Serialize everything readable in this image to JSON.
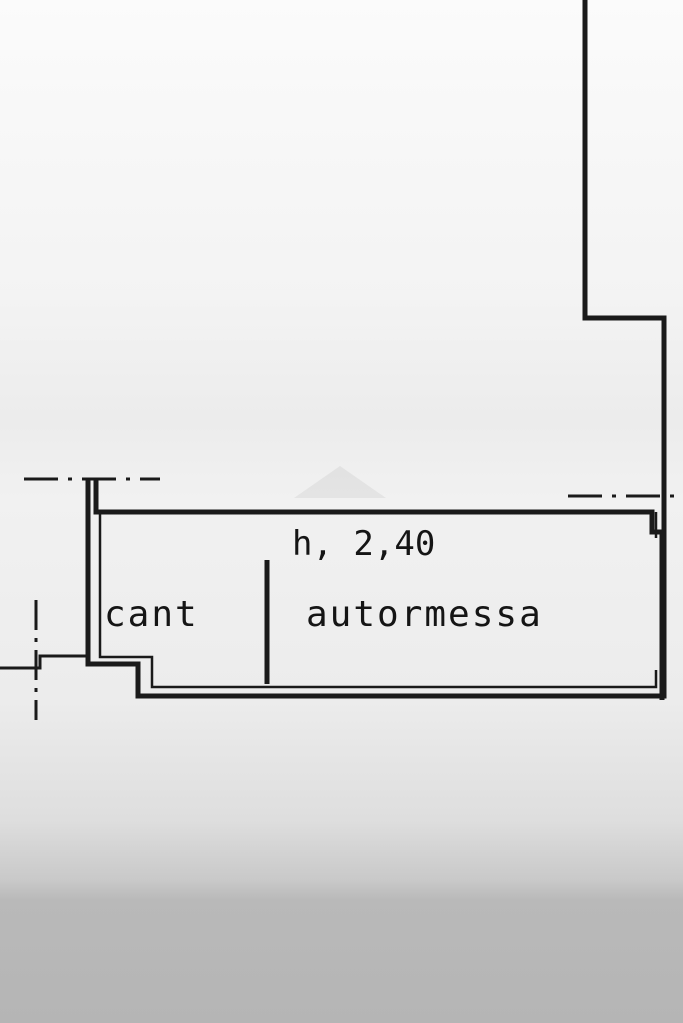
{
  "plan": {
    "ceiling_height": "h, 2,40",
    "rooms": [
      {
        "id": "cantina",
        "label": "cant"
      },
      {
        "id": "autorimessa",
        "label": "autormessa"
      }
    ]
  },
  "colors": {
    "ink": "#1a1a1a",
    "background_top": "#fbfbfb",
    "background_bottom": "#b5b5b5"
  }
}
